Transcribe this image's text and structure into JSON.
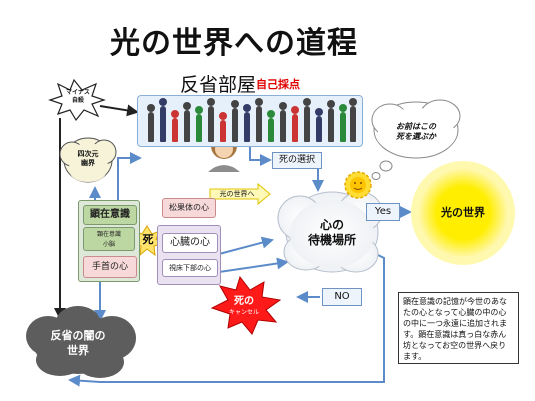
{
  "title": "光の世界への道程",
  "room": {
    "name": "反省部屋",
    "score": "自己採点"
  },
  "minus_burst": "マイナス\n自殺",
  "four_dim": "四次元\n幽界",
  "conscious": {
    "label": "顕在意識",
    "brain": "顕在意識\n小脳",
    "wrist": "手首の心"
  },
  "death": "死",
  "heart": {
    "shouka": "松果体の心",
    "shinzou": "心臓の心",
    "shishou": "視床下部の心"
  },
  "to_light_arrow": "光の世界へ",
  "death_choice": "死の選択",
  "waiting": "心の\n待機場所",
  "yes": "Yes",
  "no": "NO",
  "light_world": "光の世界",
  "thought": "お前はこの\n死を選ぶか",
  "death_cancel": {
    "big": "死の",
    "small": "キャンセル"
  },
  "dark_world": "反省の闇の\n世界",
  "note": "顕在意識の記憶が今世のあなたの心となって心臓の中の心の中に一つ永遠に追加されます。顕在意識は真っ白な赤ん坊となってお空の世界へ戻ります。",
  "colors": {
    "sun": "#ffee00",
    "sun_glow": "#fff9b0",
    "dark_cloud": "#5d5d5d",
    "red_burst": "#ff1a1a",
    "arrow": "#5b8bc9"
  }
}
